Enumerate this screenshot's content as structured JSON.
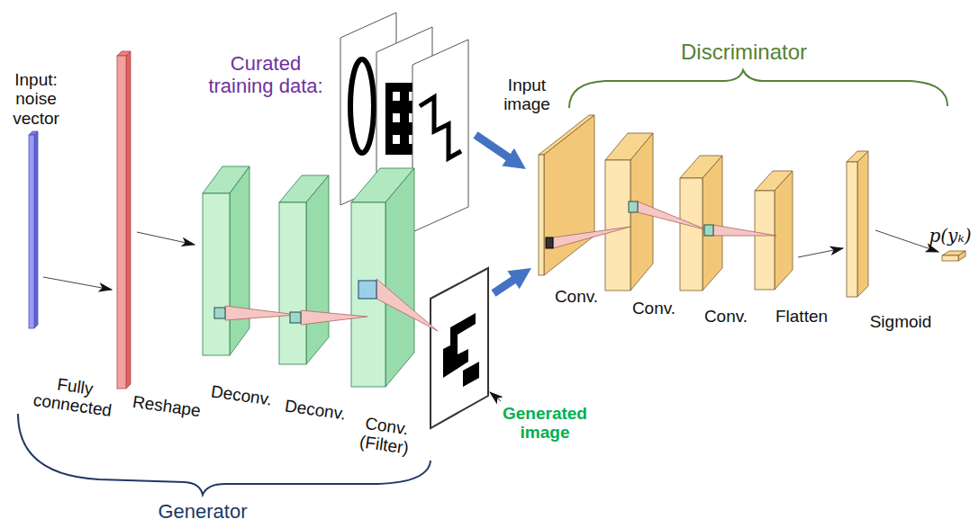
{
  "diagram": {
    "labels": [
      "Curated training data:",
      "Input: noise vector",
      "Fully connected",
      "Reshape",
      "Deconv.",
      "Deconv.",
      "Conv. (Filter)",
      "Generated image",
      "Generator",
      "Input image",
      "Discriminator",
      "Conv.",
      "Conv.",
      "Conv.",
      "Flatten",
      "Sigmoid",
      "p(yₖ)"
    ]
  }
}
